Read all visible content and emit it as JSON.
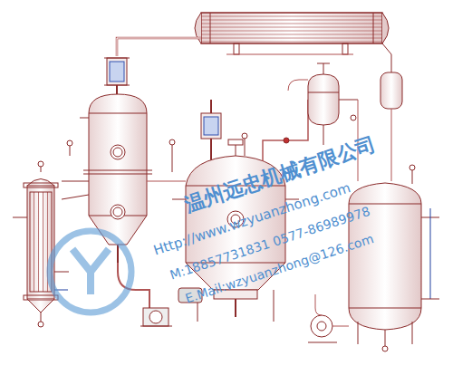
{
  "diagram": {
    "labels": [
      "温州远忠机械有限公司",
      "Http://www.wzyuanzhong.com",
      "M:18857731831 0577-86989978",
      "E.Mail:wzyuanzhong@126.com"
    ]
  }
}
